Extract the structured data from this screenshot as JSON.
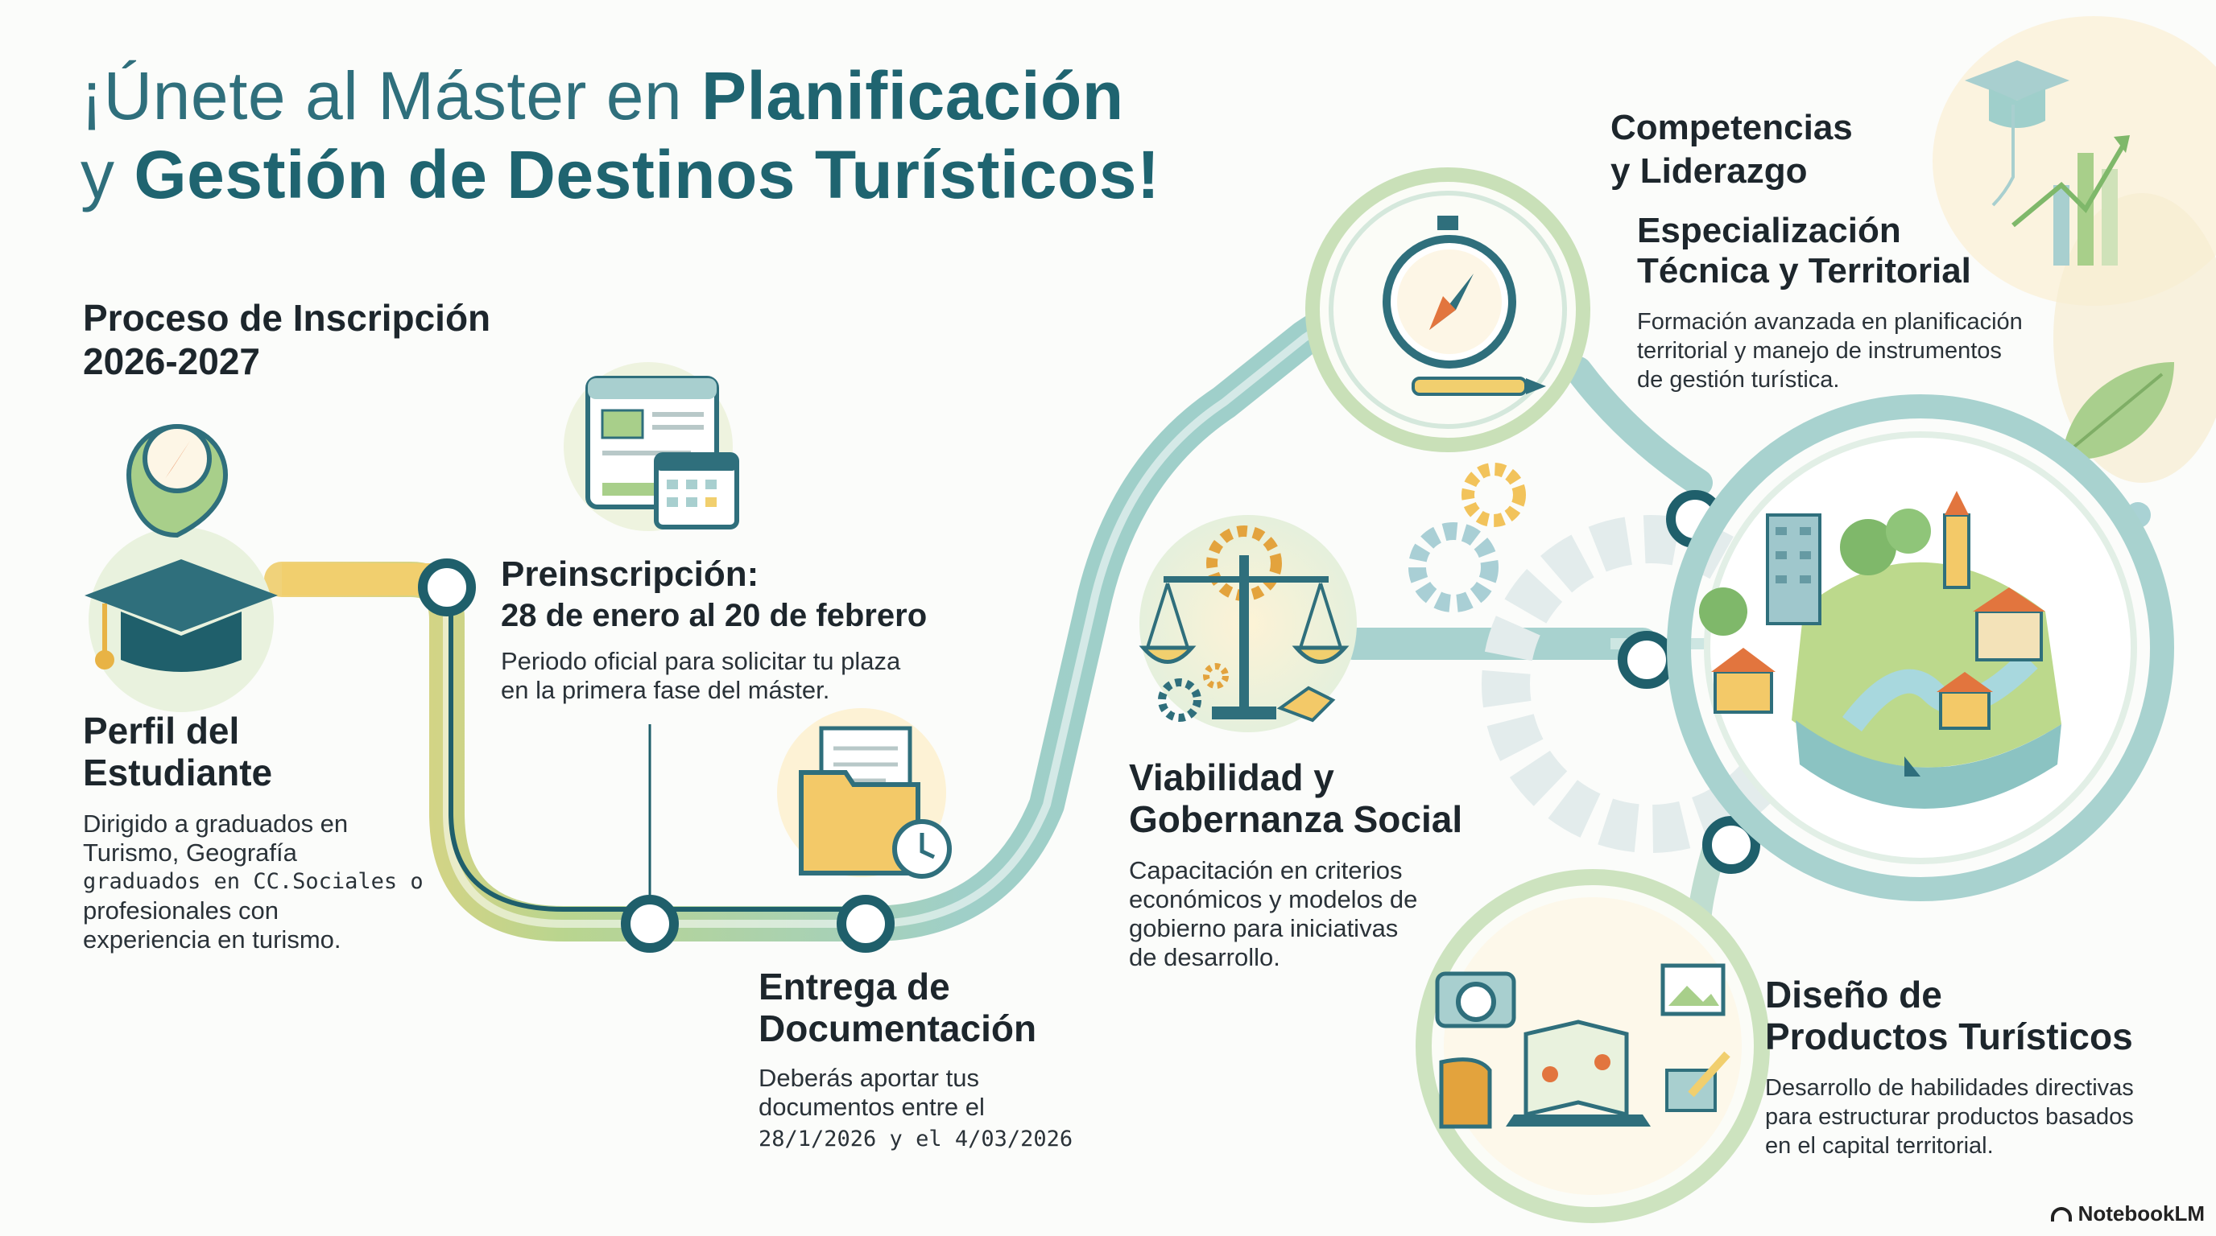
{
  "title": {
    "prefix": "¡Únete al Máster en ",
    "bold_line1": "Planificación",
    "line2_prefix": "y ",
    "bold_line2": "Gestión de Destinos Turísticos!"
  },
  "process": {
    "heading_line1": "Proceso de Inscripción",
    "heading_line2": "2026-2027"
  },
  "perfil": {
    "title_line1": "Perfil del",
    "title_line2": "Estudiante",
    "desc_line1": "Dirigido a graduados en",
    "desc_line2": "Turismo, Geografía",
    "desc_line3": "graduados en CC.Sociales o",
    "desc_line4": "profesionales con",
    "desc_line5": "experiencia en turismo."
  },
  "preinscripcion": {
    "title": "Preinscripción:",
    "dates": "28 de enero al 20 de febrero",
    "desc_line1": "Periodo oficial para solicitar tu plaza",
    "desc_line2": "en la primera fase del máster."
  },
  "entrega": {
    "title_line1": "Entrega de",
    "title_line2": "Documentación",
    "desc_line1": "Deberás aportar tus",
    "desc_line2": "documentos entre el",
    "desc_line3": "28/1/2026 y el 4/03/2026"
  },
  "viabilidad": {
    "title_line1": "Viabilidad y",
    "title_line2": "Gobernanza Social",
    "desc_line1": "Capacitación en criterios",
    "desc_line2": "económicos y modelos de",
    "desc_line3": "gobierno para iniciativas",
    "desc_line4": "de desarrollo."
  },
  "competencias": {
    "title_line1": "Competencias",
    "title_line2": "y Liderazgo"
  },
  "especializacion": {
    "title_line1": "Especialización",
    "title_line2": "Técnica y Territorial",
    "desc_line1": "Formación avanzada en planificación",
    "desc_line2": "territorial y manejo de instrumentos",
    "desc_line3": "de gestión turística."
  },
  "diseno": {
    "title_line1": "Diseño de",
    "title_line2": "Productos Turísticos",
    "desc_line1": "Desarrollo de habilidades directivas",
    "desc_line2": "para estructurar productos basados",
    "desc_line3": "en el capital territorial."
  },
  "brand": "NotebookLM",
  "colors": {
    "teal_dark": "#1f5f6b",
    "teal_path": "#9fcfcb",
    "green_path": "#b8d48e",
    "yellow": "#f1cf6e",
    "title": "#2f6f7c"
  }
}
